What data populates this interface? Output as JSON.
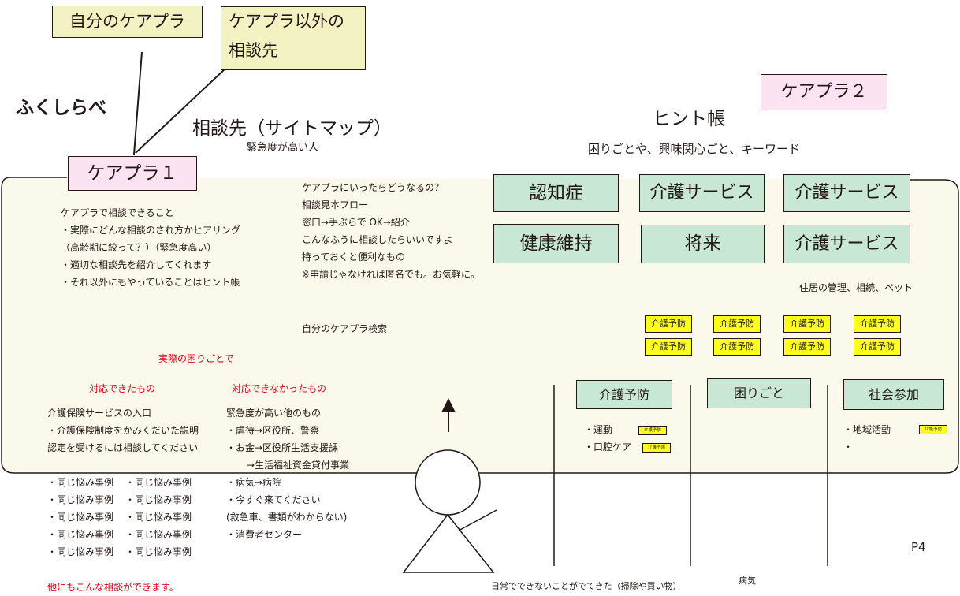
{
  "top": {
    "own_careplan": "自分のケアプラ",
    "other_consult_line1": "ケアプラ以外の",
    "other_consult_line2": "相談先",
    "brand": "ふくしらべ",
    "sitemap_title": "相談先（サイトマップ）",
    "sitemap_sub": "緊急度が高い人",
    "careplan1": "ケアプラ１",
    "careplan2": "ケアプラ２",
    "hint_title": "ヒント帳",
    "hint_sub": "困りごとや、興味関心ごと、キーワード"
  },
  "careplan_info": {
    "title": "ケアプラで相談できること",
    "line1": "・実際にどんな相談のされ方かヒアリング",
    "line2": "（高齢期に絞って？）（緊急度高い）",
    "line3": "・適切な相談先を紹介してくれます",
    "line4": "・それ以外にもやっていることはヒント帳"
  },
  "flow": {
    "line1": "ケアプラにいったらどうなるの？",
    "line2": "相談見本フロー",
    "line3": "窓口→手ぶらで OK→紹介",
    "line4": "こんなふうに相談したらいいですよ",
    "line5": "持っておくと便利なもの",
    "line6": "※申請じゃなければ匿名でも。お気軽に。",
    "search": "自分のケアプラ検索"
  },
  "keywords": {
    "k1": "認知症",
    "k2": "介護サービス",
    "k3": "介護サービス",
    "k4": "健康維持",
    "k5": "将来",
    "k6": "介護サービス",
    "housing": "住居の管理、相続、ペット"
  },
  "tags": [
    "介護予防",
    "介護予防",
    "介護予防",
    "介護予防",
    "介護予防",
    "介護予防",
    "介護予防",
    "介護予防"
  ],
  "troubles": {
    "heading": "実際の困りごとで",
    "handled_title": "対応できたもの",
    "unhandled_title": "対応できなかったもの",
    "handled1": "介護保険サービスの入口",
    "handled2": "・介護保険制度をかみくだいた説明",
    "handled3": "認定を受けるには相談してください",
    "unhandled1": "緊急度が高い他のもの",
    "unhandled2": "・虐待→区役所、警察",
    "unhandled3": "・お金→区役所生活支援課",
    "unhandled4": "→生活福祉資金貸付事業",
    "unhandled5": "・病気→病院",
    "unhandled6": "・今すぐ来てください",
    "unhandled7": "(救急車、書類がわからない)",
    "unhandled8": "・消費者センター",
    "case_label": "・同じ悩み事例",
    "footer": "他にもこんな相談ができます。"
  },
  "categories": {
    "cat1": "介護予防",
    "cat2": "困りごと",
    "cat3": "社会参加",
    "exercise": "・運動",
    "oral": "・口腔ケア",
    "community": "・地域活動",
    "bullet": "・",
    "small_tag": "介護予防",
    "daily": "日常でできないことがでてきた（掃除や買い物）",
    "illness": "病気"
  },
  "page_number": "P4"
}
